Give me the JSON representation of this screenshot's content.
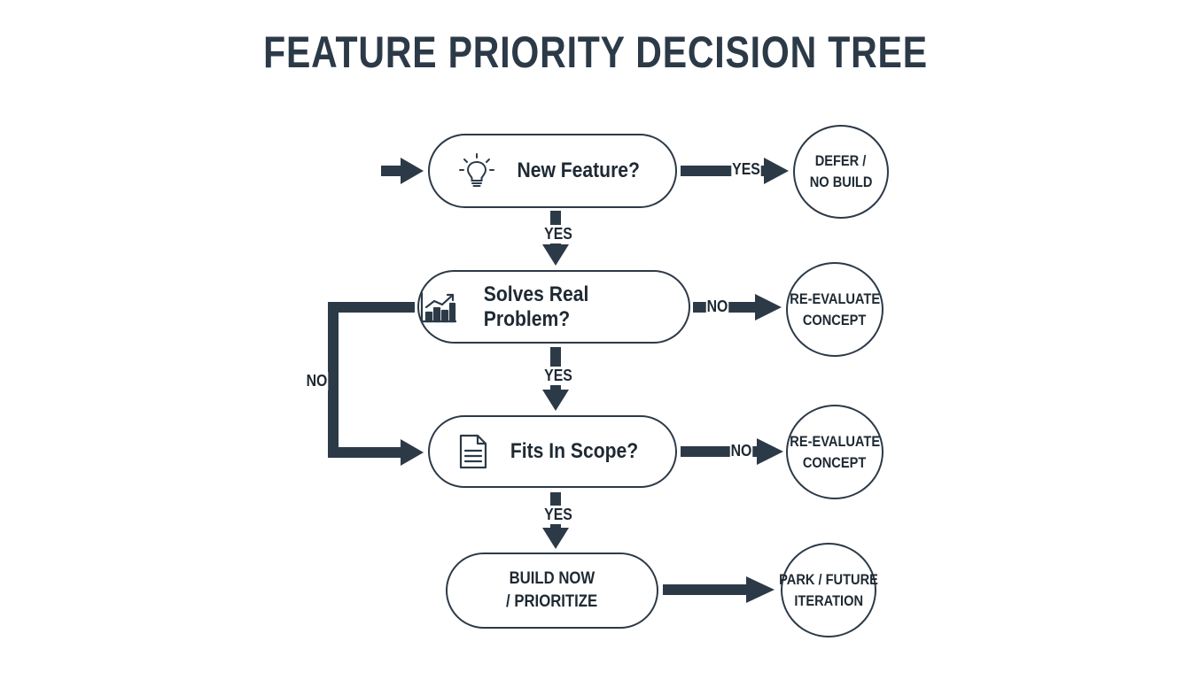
{
  "title": "FEATURE PRIORITY DECISION TREE",
  "decisions": {
    "new_feature": {
      "label": "New Feature?",
      "icon": "lightbulb-icon"
    },
    "solves_problem": {
      "label": "Solves Real Problem?",
      "icon": "bar-chart-icon"
    },
    "fits_scope": {
      "label": "Fits In Scope?",
      "icon": "document-icon"
    }
  },
  "outcomes": {
    "defer": {
      "line1": "DEFER /",
      "line2": "NO BUILD"
    },
    "reevaluate_1": {
      "line1": "RE-EVALUATE",
      "line2": "CONCEPT"
    },
    "reevaluate_2": {
      "line1": "RE-EVALUATE",
      "line2": "CONCEPT"
    },
    "build": {
      "line1": "BUILD NOW",
      "line2": "/ PRIORITIZE"
    },
    "park": {
      "line1": "PARK / FUTURE",
      "line2": "ITERATION"
    }
  },
  "edge_labels": {
    "new_to_defer": "YES",
    "new_to_solves": "YES",
    "solves_to_reevaluate": "NO",
    "solves_to_fits": "YES",
    "solves_loop_to_fits": "NO",
    "fits_to_reevaluate": "NO",
    "fits_to_build": "YES"
  },
  "colors": {
    "stroke": "#2c3a48",
    "text": "#1e2933",
    "background": "#ffffff"
  }
}
